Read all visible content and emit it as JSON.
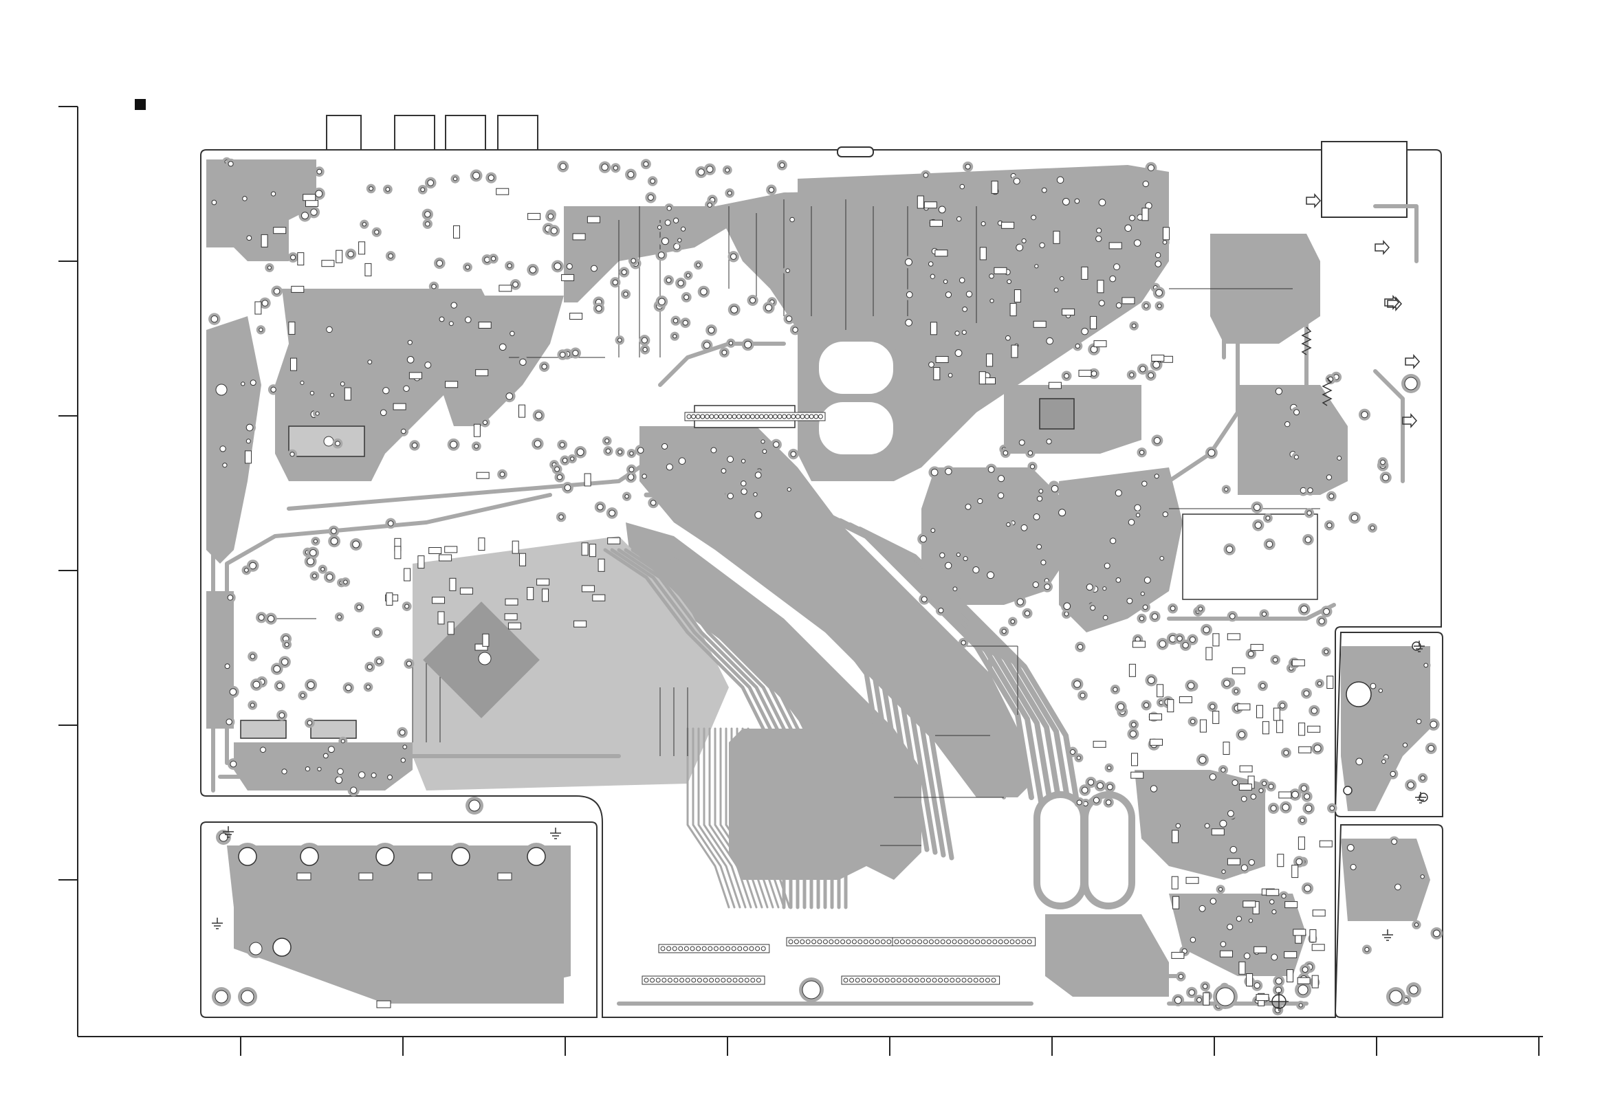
{
  "diagram": {
    "kind": "pcb-copper-pattern",
    "colors": {
      "copper": "#a8a8a8",
      "copper_light": "#c4c4c4",
      "outline": "#2a2a2a",
      "pad_hole": "#ffffff",
      "paper": "#ffffff",
      "marker": "#111111"
    },
    "frame": {
      "left_ticks": 6,
      "bottom_ticks": 9
    },
    "board_sections": [
      "main-board",
      "front-panel-board",
      "right-upper-board",
      "right-lower-board"
    ],
    "icons": [
      "square-marker-icon",
      "fiducial-target-icon",
      "ground-symbol-icon",
      "arrow-connector-icon"
    ]
  }
}
